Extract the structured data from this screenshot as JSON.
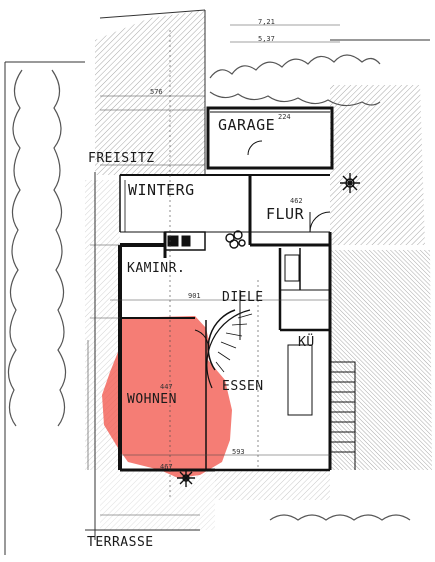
{
  "rooms": {
    "garage": "GARAGE",
    "freisitz": "FREISITZ",
    "winterg": "WINTERG",
    "flur": "FLUR",
    "kaminr": "KAMINR.",
    "diele": "DIELE",
    "ku": "KÜ",
    "essen": "ESSEN",
    "wohnen": "WOHNEN",
    "terrasse": "TERRASSE"
  },
  "dimensions": {
    "d1": "7,21",
    "d2": "5,37",
    "d3": "576",
    "d4": "462",
    "d5": "467",
    "d6": "224",
    "d7": "901",
    "d8": "447",
    "d9": "593"
  },
  "colors": {
    "highlight": "#f2584e",
    "ink": "#1a1a1a",
    "hatch": "#9a9a9a"
  }
}
